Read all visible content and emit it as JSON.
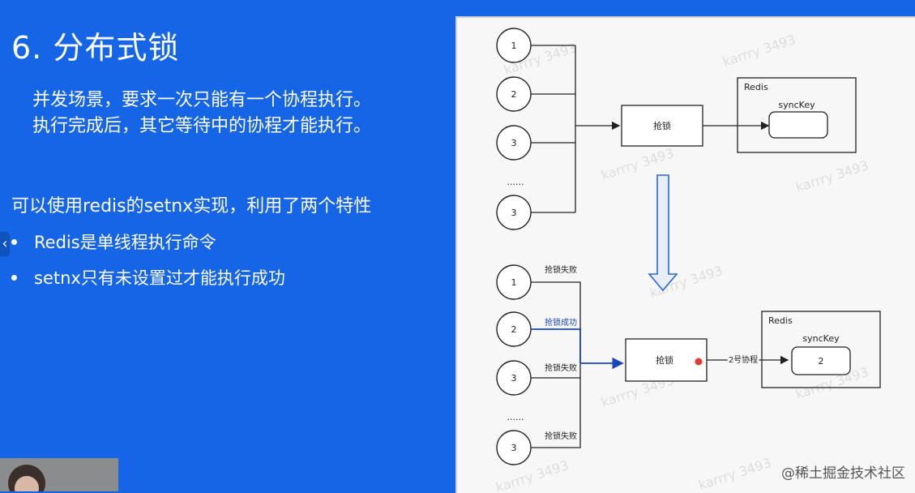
{
  "slide": {
    "title": "6. 分布式锁",
    "intro": [
      "并发场景，要求一次只能有一个协程执行。",
      "执行完成后，其它等待中的协程才能执行。"
    ],
    "subheading": "可以使用redis的setnx实现，利用了两个特性",
    "bullets": [
      "Redis是单线程执行命令",
      "setnx只有未设置过才能执行成功"
    ],
    "prev_icon": "chevron-left-icon"
  },
  "diagram": {
    "top": {
      "nodes": [
        "1",
        "2",
        "3",
        "......",
        "3"
      ],
      "lock_box": "抢锁",
      "redis_label": "Redis",
      "key_label": "syncKey",
      "key_value": ""
    },
    "bottom": {
      "nodes": [
        "1",
        "2",
        "3",
        "......",
        "3"
      ],
      "node_labels": [
        "抢锁失败",
        "抢锁成功",
        "抢锁失败",
        "抢锁失败"
      ],
      "lock_box": "抢锁",
      "arrow_label": "2号协程",
      "redis_label": "Redis",
      "key_label": "syncKey",
      "key_value": "2"
    },
    "watermark": "karrry 3493",
    "site_mark": "@稀土掘金技术社区"
  },
  "colors": {
    "background": "#1565e6",
    "success_line": "#1a47b8",
    "down_arrow": "#2a66e0",
    "pointer": "#e53935"
  }
}
